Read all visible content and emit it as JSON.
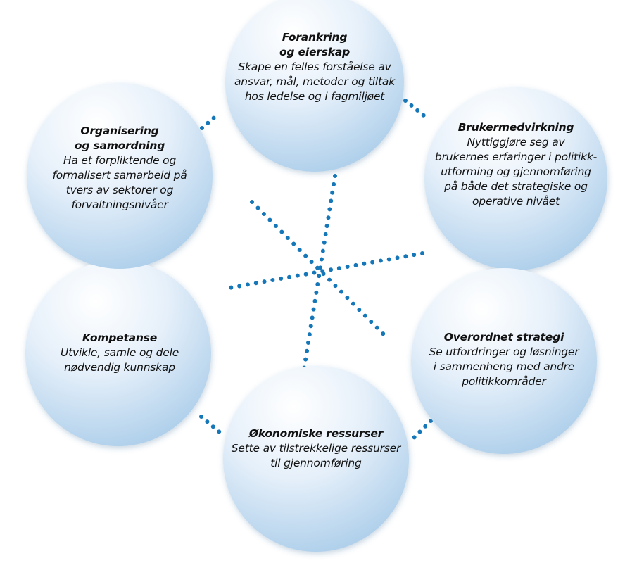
{
  "nodes": [
    {
      "title": "Forankring\nog eierskap",
      "desc": "Skape en felles forståelse av\nansvar, mål, metoder og tiltak\nhos ledelse og i fagmiljøet"
    },
    {
      "title": "Brukermedvirkning",
      "desc": "Nyttiggjøre seg av\nbrukernes erfaringer i politikk-\nutforming og gjennomføring\npå både det strategiske og\noperative nivået"
    },
    {
      "title": "Overordnet strategi",
      "desc": "Se utfordringer og løsninger\ni sammenheng med andre\npolitikkområder"
    },
    {
      "title": "Økonomiske ressurser",
      "desc": "Sette av tilstrekkelige ressurser\ntil gjennomføring"
    },
    {
      "title": "Kompetanse",
      "desc": "Utvikle, samle og dele\nnødvendig kunnskap"
    },
    {
      "title": "Organisering\nog samordning",
      "desc": "Ha et forpliktende og\nformalisert samarbeid på\ntvers av sektorer og\nforvaltningsnivåer"
    }
  ],
  "colors": {
    "circle_light": "#ffffff",
    "circle_dark": "#aed0ec",
    "dots": "#1577b8"
  }
}
